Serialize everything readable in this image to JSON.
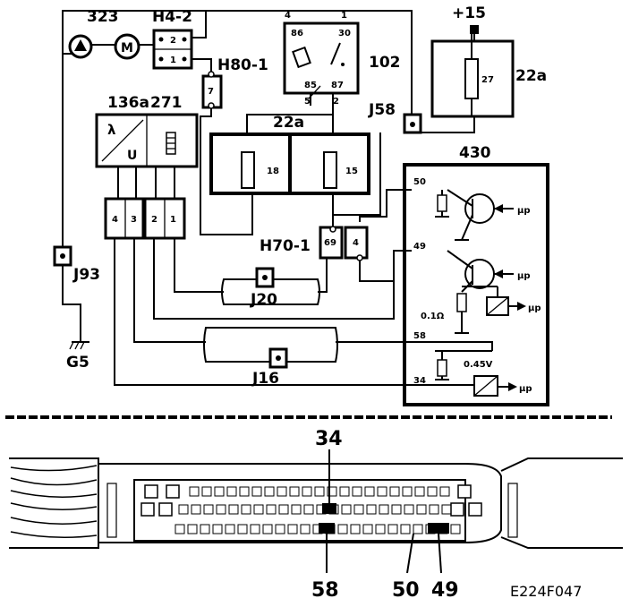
{
  "components": {
    "fuel_pump": "323",
    "relay_h4": "H4-2",
    "connector_h80": "H80-1",
    "main_relay": "102",
    "fuse_box_top": "22a",
    "fuse_box_mid": "22a",
    "lambda_sensor": "136a",
    "heater_271": "271",
    "connector_j58": "J58",
    "connector_j93": "J93",
    "ground_g5": "G5",
    "connector_h70": "H70-1",
    "connector_j20": "J20",
    "connector_j16": "J16",
    "ecu": "430"
  },
  "supply": {
    "terminal": "+15"
  },
  "relay_pins": [
    "4",
    "1",
    "86",
    "30",
    "85",
    "87",
    "5",
    "2"
  ],
  "h4_pins": [
    "2",
    "1"
  ],
  "h80_pin": "7",
  "fuses": {
    "f27": "27",
    "f18": "18",
    "f15": "15"
  },
  "sensor_connector_pins": [
    "4",
    "3",
    "2",
    "1"
  ],
  "h70_pins": [
    "69",
    "4"
  ],
  "ecu_pins": [
    "50",
    "49",
    "58",
    "34"
  ],
  "ecu_values": {
    "resistor": "0.1Ω",
    "voltage": "0.45V",
    "mu_label": "μp"
  },
  "connector_callouts": [
    "34",
    "58",
    "50",
    "49"
  ],
  "figure_code": "E224F047"
}
